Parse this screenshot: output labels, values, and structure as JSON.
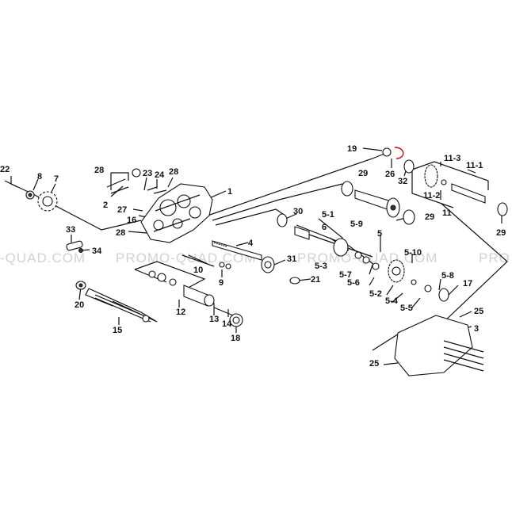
{
  "watermark": [
    "-QUAD.COM",
    "PROMO-QUAD.COM",
    "PROMO-QUAD.COM",
    "PRO"
  ],
  "colors": {
    "accent": "#d40000",
    "ink": "#111111",
    "watermark": "#d2d2d2"
  },
  "labels": [
    {
      "id": "1",
      "text": "1"
    },
    {
      "id": "2",
      "text": "2"
    },
    {
      "id": "3",
      "text": "3"
    },
    {
      "id": "4",
      "text": "4"
    },
    {
      "id": "5",
      "text": "5"
    },
    {
      "id": "6",
      "text": "6"
    },
    {
      "id": "7",
      "text": "7"
    },
    {
      "id": "8",
      "text": "8"
    },
    {
      "id": "9",
      "text": "9"
    },
    {
      "id": "10",
      "text": "10"
    },
    {
      "id": "11",
      "text": "11"
    },
    {
      "id": "12",
      "text": "12"
    },
    {
      "id": "13",
      "text": "13"
    },
    {
      "id": "14",
      "text": "14"
    },
    {
      "id": "15",
      "text": "15"
    },
    {
      "id": "16",
      "text": "16"
    },
    {
      "id": "17",
      "text": "17"
    },
    {
      "id": "18",
      "text": "18"
    },
    {
      "id": "19",
      "text": "19"
    },
    {
      "id": "20",
      "text": "20"
    },
    {
      "id": "21",
      "text": "21"
    },
    {
      "id": "22",
      "text": "22"
    },
    {
      "id": "23",
      "text": "23"
    },
    {
      "id": "24",
      "text": "24"
    },
    {
      "id": "25a",
      "text": "25"
    },
    {
      "id": "25b",
      "text": "25"
    },
    {
      "id": "26",
      "text": "26"
    },
    {
      "id": "27",
      "text": "27"
    },
    {
      "id": "28a",
      "text": "28"
    },
    {
      "id": "28b",
      "text": "28"
    },
    {
      "id": "28c",
      "text": "28"
    },
    {
      "id": "29a",
      "text": "29"
    },
    {
      "id": "29b",
      "text": "29"
    },
    {
      "id": "29c",
      "text": "29"
    },
    {
      "id": "30",
      "text": "30"
    },
    {
      "id": "31",
      "text": "31"
    },
    {
      "id": "32",
      "text": "32"
    },
    {
      "id": "33",
      "text": "33"
    },
    {
      "id": "34",
      "text": "34"
    },
    {
      "id": "5-1",
      "text": "5-1"
    },
    {
      "id": "5-2",
      "text": "5-2"
    },
    {
      "id": "5-3",
      "text": "5-3"
    },
    {
      "id": "5-4",
      "text": "5-4"
    },
    {
      "id": "5-5",
      "text": "5-5"
    },
    {
      "id": "5-6",
      "text": "5-6"
    },
    {
      "id": "5-7",
      "text": "5-7"
    },
    {
      "id": "5-8",
      "text": "5-8"
    },
    {
      "id": "5-9",
      "text": "5-9"
    },
    {
      "id": "5-10",
      "text": "5-10"
    },
    {
      "id": "11-1",
      "text": "11-1"
    },
    {
      "id": "11-2",
      "text": "11-2"
    },
    {
      "id": "11-3",
      "text": "11-3"
    }
  ]
}
